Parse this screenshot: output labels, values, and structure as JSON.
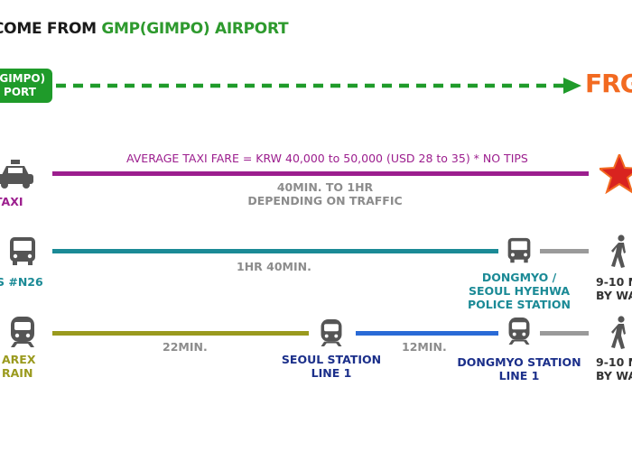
{
  "header": {
    "title_prefix": "COME FROM ",
    "title_highlight": "GMP(GIMPO) AIRPORT"
  },
  "origin": {
    "line1": "(GIMPO)",
    "line2": "PORT"
  },
  "destination": {
    "label": "FRG"
  },
  "taxi": {
    "mode_label": "TAXI",
    "fare_note": "AVERAGE TAXI FARE = KRW 40,000 to 50,000 (USD 28 to 35) * NO TIPS",
    "duration_line1": "40MIN. TO 1HR",
    "duration_line2": "DEPENDING ON TRAFFIC"
  },
  "bus": {
    "mode_label": "S #N26",
    "duration": "1HR 40MIN.",
    "stop_line1": "DONGMYO /",
    "stop_line2": "SEOUL HYEHWA",
    "stop_line3": "POLICE STATION",
    "walk_line1": "9-10 M",
    "walk_line2": "BY WA"
  },
  "train": {
    "mode_line1": "AREX",
    "mode_line2": "RAIN",
    "leg1_duration": "22MIN.",
    "transfer_line1": "SEOUL STATION",
    "transfer_line2": "LINE 1",
    "leg2_duration": "12MIN.",
    "stop_line1": "DONGMYO STATION",
    "stop_line2": "LINE 1",
    "walk_line1": "9-10 M",
    "walk_line2": "BY WA"
  },
  "colors": {
    "green": "#1f9b2a",
    "orange": "#f26a21",
    "purple": "#9c1e8e",
    "teal": "#1b8a96",
    "olive": "#9a9a1e",
    "blue": "#2a6ad6",
    "navy": "#1b2f8a",
    "gray": "#8c8c8c",
    "red_star": "#d9231f"
  }
}
